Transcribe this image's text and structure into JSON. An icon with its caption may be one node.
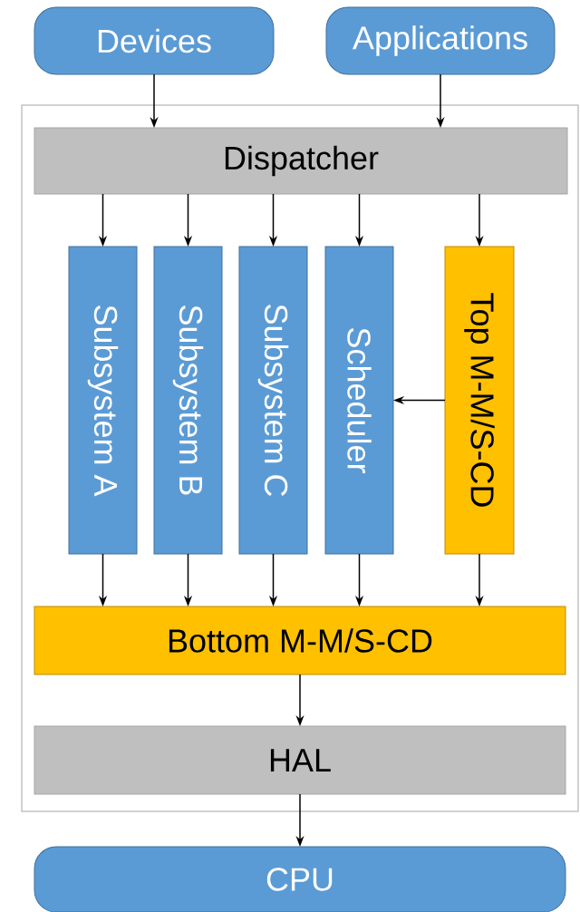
{
  "diagram": {
    "nodes": [
      {
        "text": [
          "Devices"
        ]
      },
      {
        "text": [
          "Applications"
        ]
      },
      {
        "text": [],
        "shape": "box"
      },
      {
        "text": [
          "Dispatcher"
        ],
        "in": 2
      },
      {
        "text": [
          "Subsystem A"
        ],
        "in": 2
      },
      {
        "text": [
          "Subsystem B"
        ],
        "in": 2
      },
      {
        "text": [
          "Subsystem C"
        ],
        "in": 2
      },
      {
        "text": [
          "Scheduler"
        ],
        "in": 2
      },
      {
        "text": [
          "Top M-M/S-CD"
        ],
        "in": 2
      },
      {
        "text": [
          "Bottom M-M/S-CD"
        ],
        "in": 2
      },
      {
        "text": [
          "HAL"
        ],
        "in": 2
      },
      {
        "text": [
          "CPU"
        ]
      }
    ],
    "edges": [
      {
        "from": 0,
        "to": 3,
        "arrow": "to"
      },
      {
        "from": 1,
        "to": 3,
        "arrow": "to"
      },
      {
        "from": 3,
        "to": 4,
        "arrow": "to"
      },
      {
        "from": 3,
        "to": 5,
        "arrow": "to"
      },
      {
        "from": 3,
        "to": 6,
        "arrow": "to"
      },
      {
        "from": 3,
        "to": 7,
        "arrow": "to"
      },
      {
        "from": 3,
        "to": 8,
        "arrow": "to"
      },
      {
        "from": 8,
        "to": 7,
        "arrow": "to"
      },
      {
        "from": 4,
        "to": 9,
        "arrow": "to"
      },
      {
        "from": 5,
        "to": 9,
        "arrow": "to"
      },
      {
        "from": 6,
        "to": 9,
        "arrow": "to"
      },
      {
        "from": 7,
        "to": 9,
        "arrow": "to"
      },
      {
        "from": 8,
        "to": 9,
        "arrow": "to"
      },
      {
        "from": 9,
        "to": 10,
        "arrow": "to"
      },
      {
        "from": 10,
        "to": 11,
        "arrow": "to"
      }
    ]
  }
}
